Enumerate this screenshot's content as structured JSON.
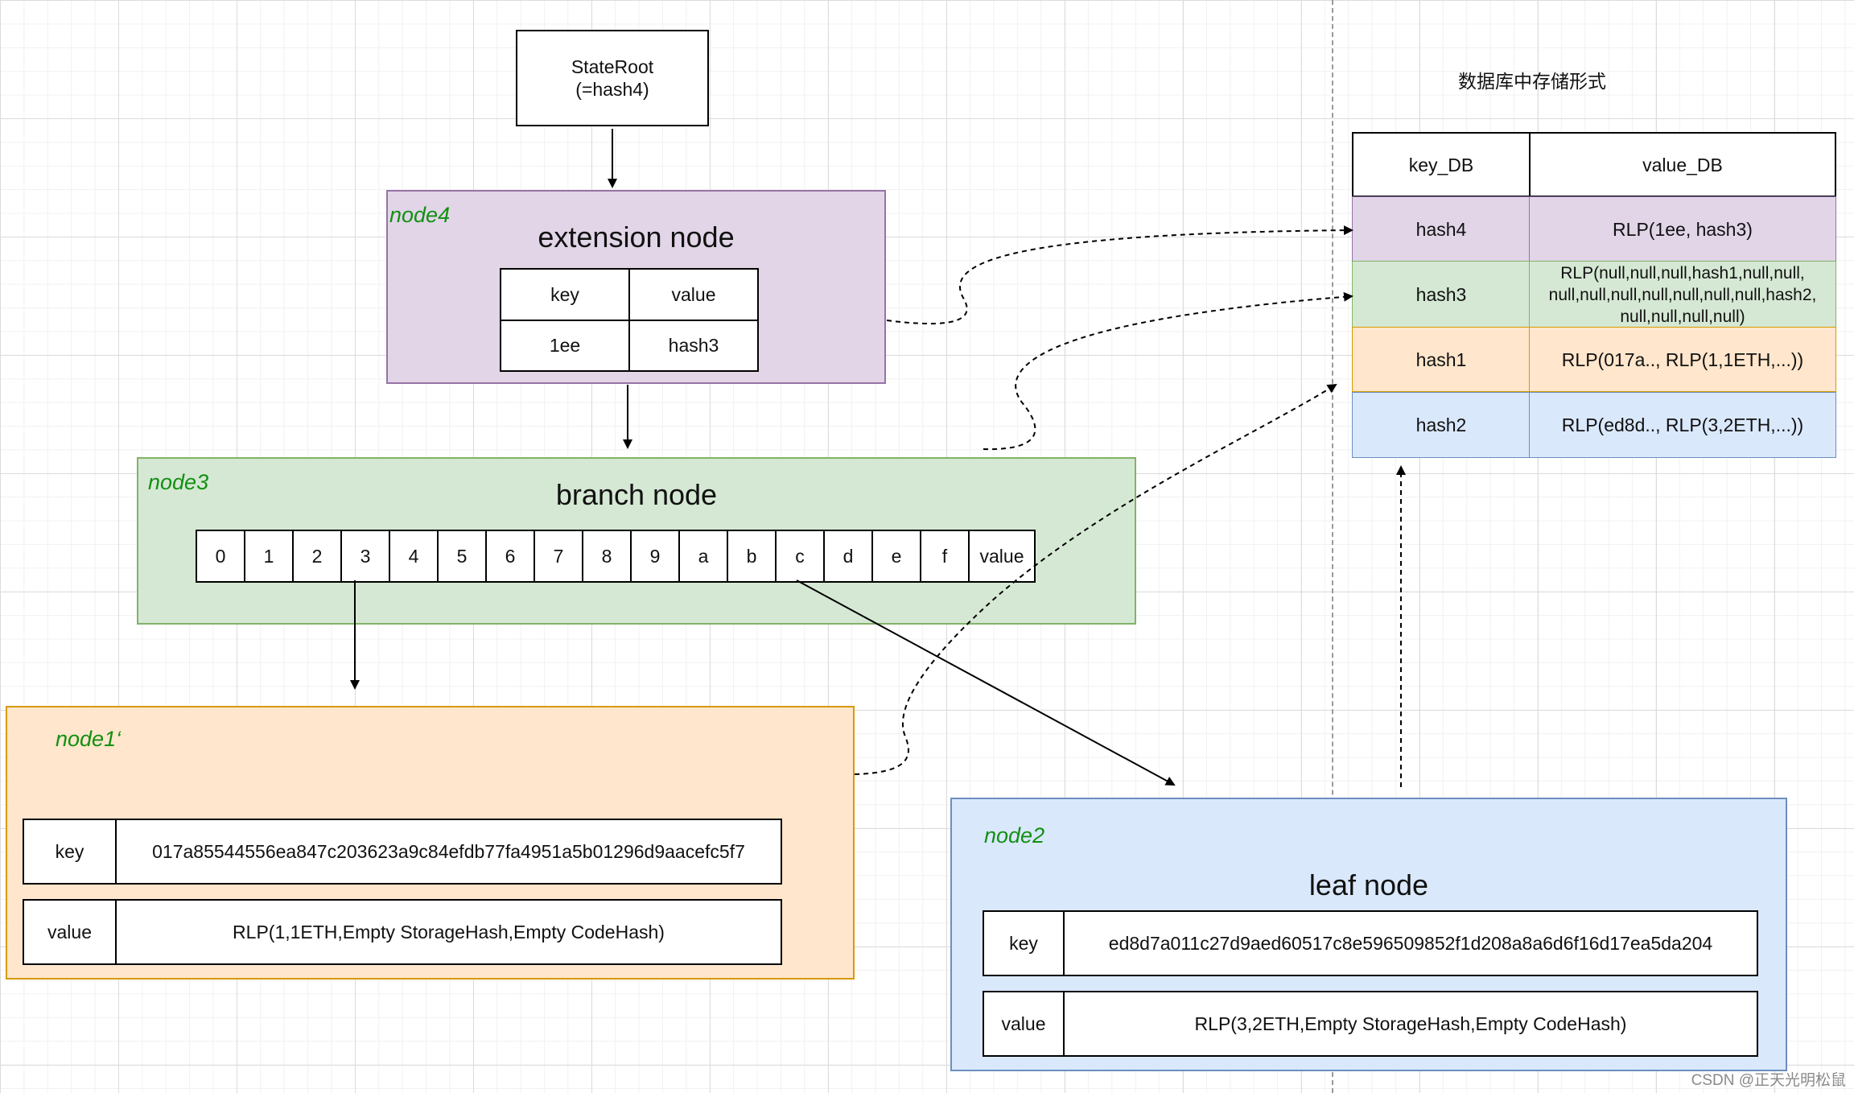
{
  "state_root": {
    "line1": "StateRoot",
    "line2": "(=hash4)"
  },
  "node4": {
    "label": "node4",
    "title": "extension node",
    "headers": [
      "key",
      "value"
    ],
    "row": [
      "1ee",
      "hash3"
    ],
    "color": "#e1d5e7",
    "border": "#9673a6"
  },
  "node3": {
    "label": "node3",
    "title": "branch node",
    "slots": [
      "0",
      "1",
      "2",
      "3",
      "4",
      "5",
      "6",
      "7",
      "8",
      "9",
      "a",
      "b",
      "c",
      "d",
      "e",
      "f",
      "value"
    ],
    "color": "#d5e8d4",
    "border": "#82b366"
  },
  "node1": {
    "label": "node1‘",
    "key_label": "key",
    "key_value": "017a85544556ea847c203623a9c84efdb77fa4951a5b01296d9aacefc5f7",
    "value_label": "value",
    "value_value": "RLP(1,1ETH,Empty StorageHash,Empty CodeHash)",
    "color": "#ffe6cc",
    "border": "#d79b00"
  },
  "node2": {
    "label": "node2",
    "title": "leaf node",
    "key_label": "key",
    "key_value": "ed8d7a011c27d9aed60517c8e596509852f1d208a8a6d6f16d17ea5da204",
    "value_label": "value",
    "value_value": "RLP(3,2ETH,Empty StorageHash,Empty CodeHash)",
    "color": "#dae8fc",
    "border": "#6c8ebf"
  },
  "db": {
    "title": "数据库中存储形式",
    "headers": [
      "key_DB",
      "value_DB"
    ],
    "rows": [
      {
        "key": "hash4",
        "value": "RLP(1ee, hash3)",
        "color": "#e1d5e7"
      },
      {
        "key": "hash3",
        "value_lines": [
          "RLP(null,null,null,hash1,null,null,",
          "null,null,null,null,null,null,null,hash2,",
          "null,null,null,null)"
        ],
        "color": "#d5e8d4"
      },
      {
        "key": "hash1",
        "value": "RLP(017a.., RLP(1,1ETH,...))",
        "color": "#ffe6cc"
      },
      {
        "key": "hash2",
        "value": "RLP(ed8d.., RLP(3,2ETH,...))",
        "color": "#dae8fc"
      }
    ]
  },
  "watermark": "CSDN @正天光明松鼠"
}
